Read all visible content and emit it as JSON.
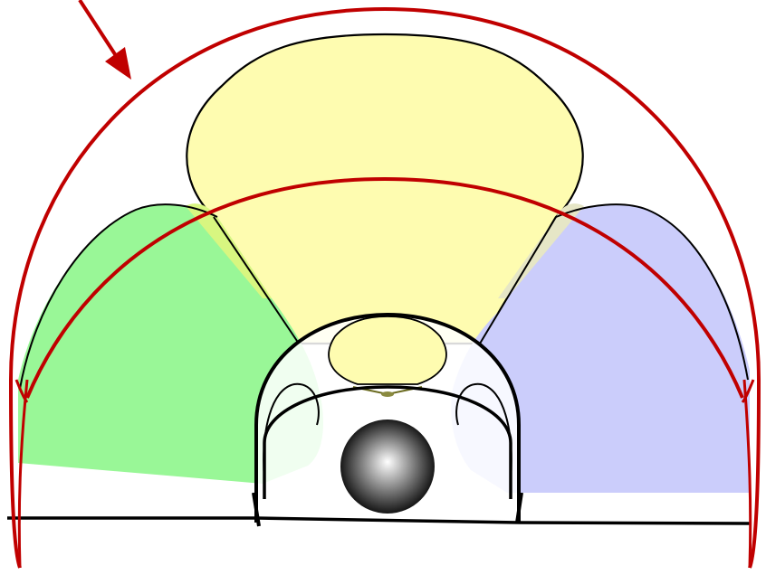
{
  "diagram": {
    "colors": {
      "background": "#ffffff",
      "outline": "#000000",
      "accent_red": "#c00000",
      "region_yellow": "#fefcb0",
      "region_green": "#99f797",
      "region_blue": "#cbcdfb",
      "overlap_yellow_green": "#d8f680",
      "overlap_yellow_blue": "#e6e6c6",
      "sphere_light": "#ffffff",
      "sphere_dark": "#000000"
    },
    "regions": [
      {
        "name": "top-lobe",
        "fill": "region_yellow"
      },
      {
        "name": "left-lobe",
        "fill": "region_green"
      },
      {
        "name": "right-lobe",
        "fill": "region_blue"
      },
      {
        "name": "inner-top-lobe",
        "fill": "region_yellow"
      }
    ],
    "has_arrow": true,
    "has_sphere": true
  }
}
